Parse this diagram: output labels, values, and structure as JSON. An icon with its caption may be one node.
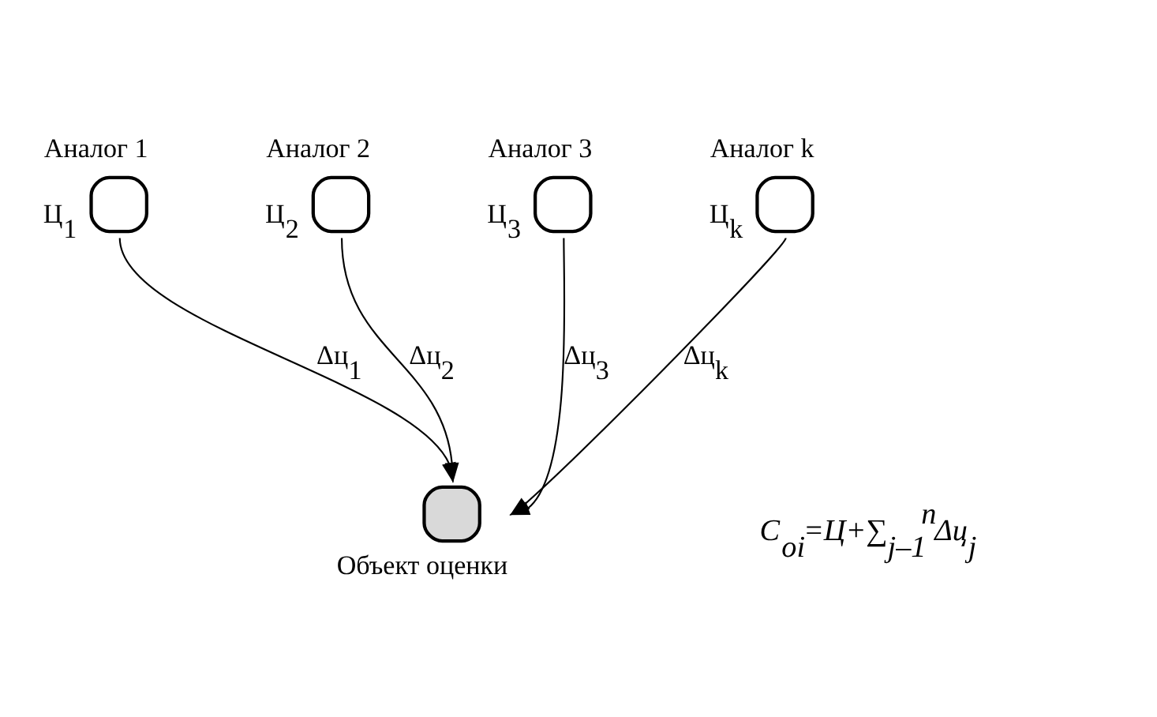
{
  "diagram": {
    "nodes": [
      {
        "text": [
          "Аналог 1"
        ],
        "beside": [
          "Ц$_{1}$"
        ]
      },
      {
        "text": [
          "Аналог 2"
        ],
        "beside": [
          "Ц$_{2}$"
        ]
      },
      {
        "text": [
          "Аналог 3"
        ],
        "beside": [
          "Ц$_{3}$"
        ]
      },
      {
        "text": [
          "Аналог k"
        ],
        "beside": [
          "Ц$_{k}$"
        ]
      },
      {
        "text": [
          "Объект оценки"
        ]
      }
    ],
    "edges": [
      {
        "from": 0,
        "to": 4,
        "arrow": "to",
        "label": "Δц$_{1}$"
      },
      {
        "from": 1,
        "to": 4,
        "arrow": "to",
        "label": "Δц$_{2}$"
      },
      {
        "from": 2,
        "to": 4,
        "arrow": "to",
        "label": "Δц$_{3}$"
      },
      {
        "from": 3,
        "to": 4,
        "arrow": "to",
        "label": "Δц$_{k}$"
      }
    ],
    "labels": [
      "C$_{oi}$=Ц+∑$_{j–1}$$^{n}$Δц$_{j}$"
    ]
  }
}
